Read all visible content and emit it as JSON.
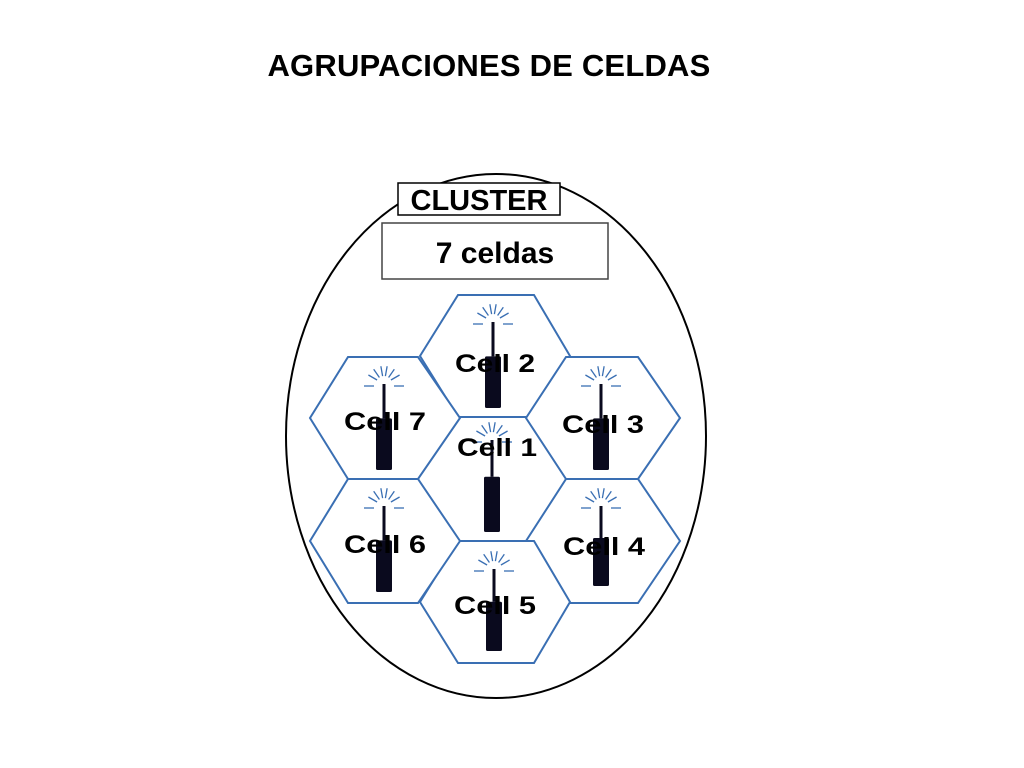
{
  "title": "AGRUPACIONES DE CELDAS",
  "cluster": {
    "label": "CLUSTER",
    "count_label": "7 celdas"
  },
  "cells": [
    {
      "id": "cell-1",
      "label": "Cell 1"
    },
    {
      "id": "cell-2",
      "label": "Cell 2"
    },
    {
      "id": "cell-3",
      "label": "Cell 3"
    },
    {
      "id": "cell-4",
      "label": "Cell 4"
    },
    {
      "id": "cell-5",
      "label": "Cell 5"
    },
    {
      "id": "cell-6",
      "label": "Cell 6"
    },
    {
      "id": "cell-7",
      "label": "Cell 7"
    }
  ],
  "colors": {
    "hex_stroke": "#3a6fb3",
    "ellipse_stroke": "#000000",
    "antenna": "#0a0a1e",
    "text": "#000000"
  },
  "icons": {
    "cell_site": "antenna-tower-icon"
  }
}
